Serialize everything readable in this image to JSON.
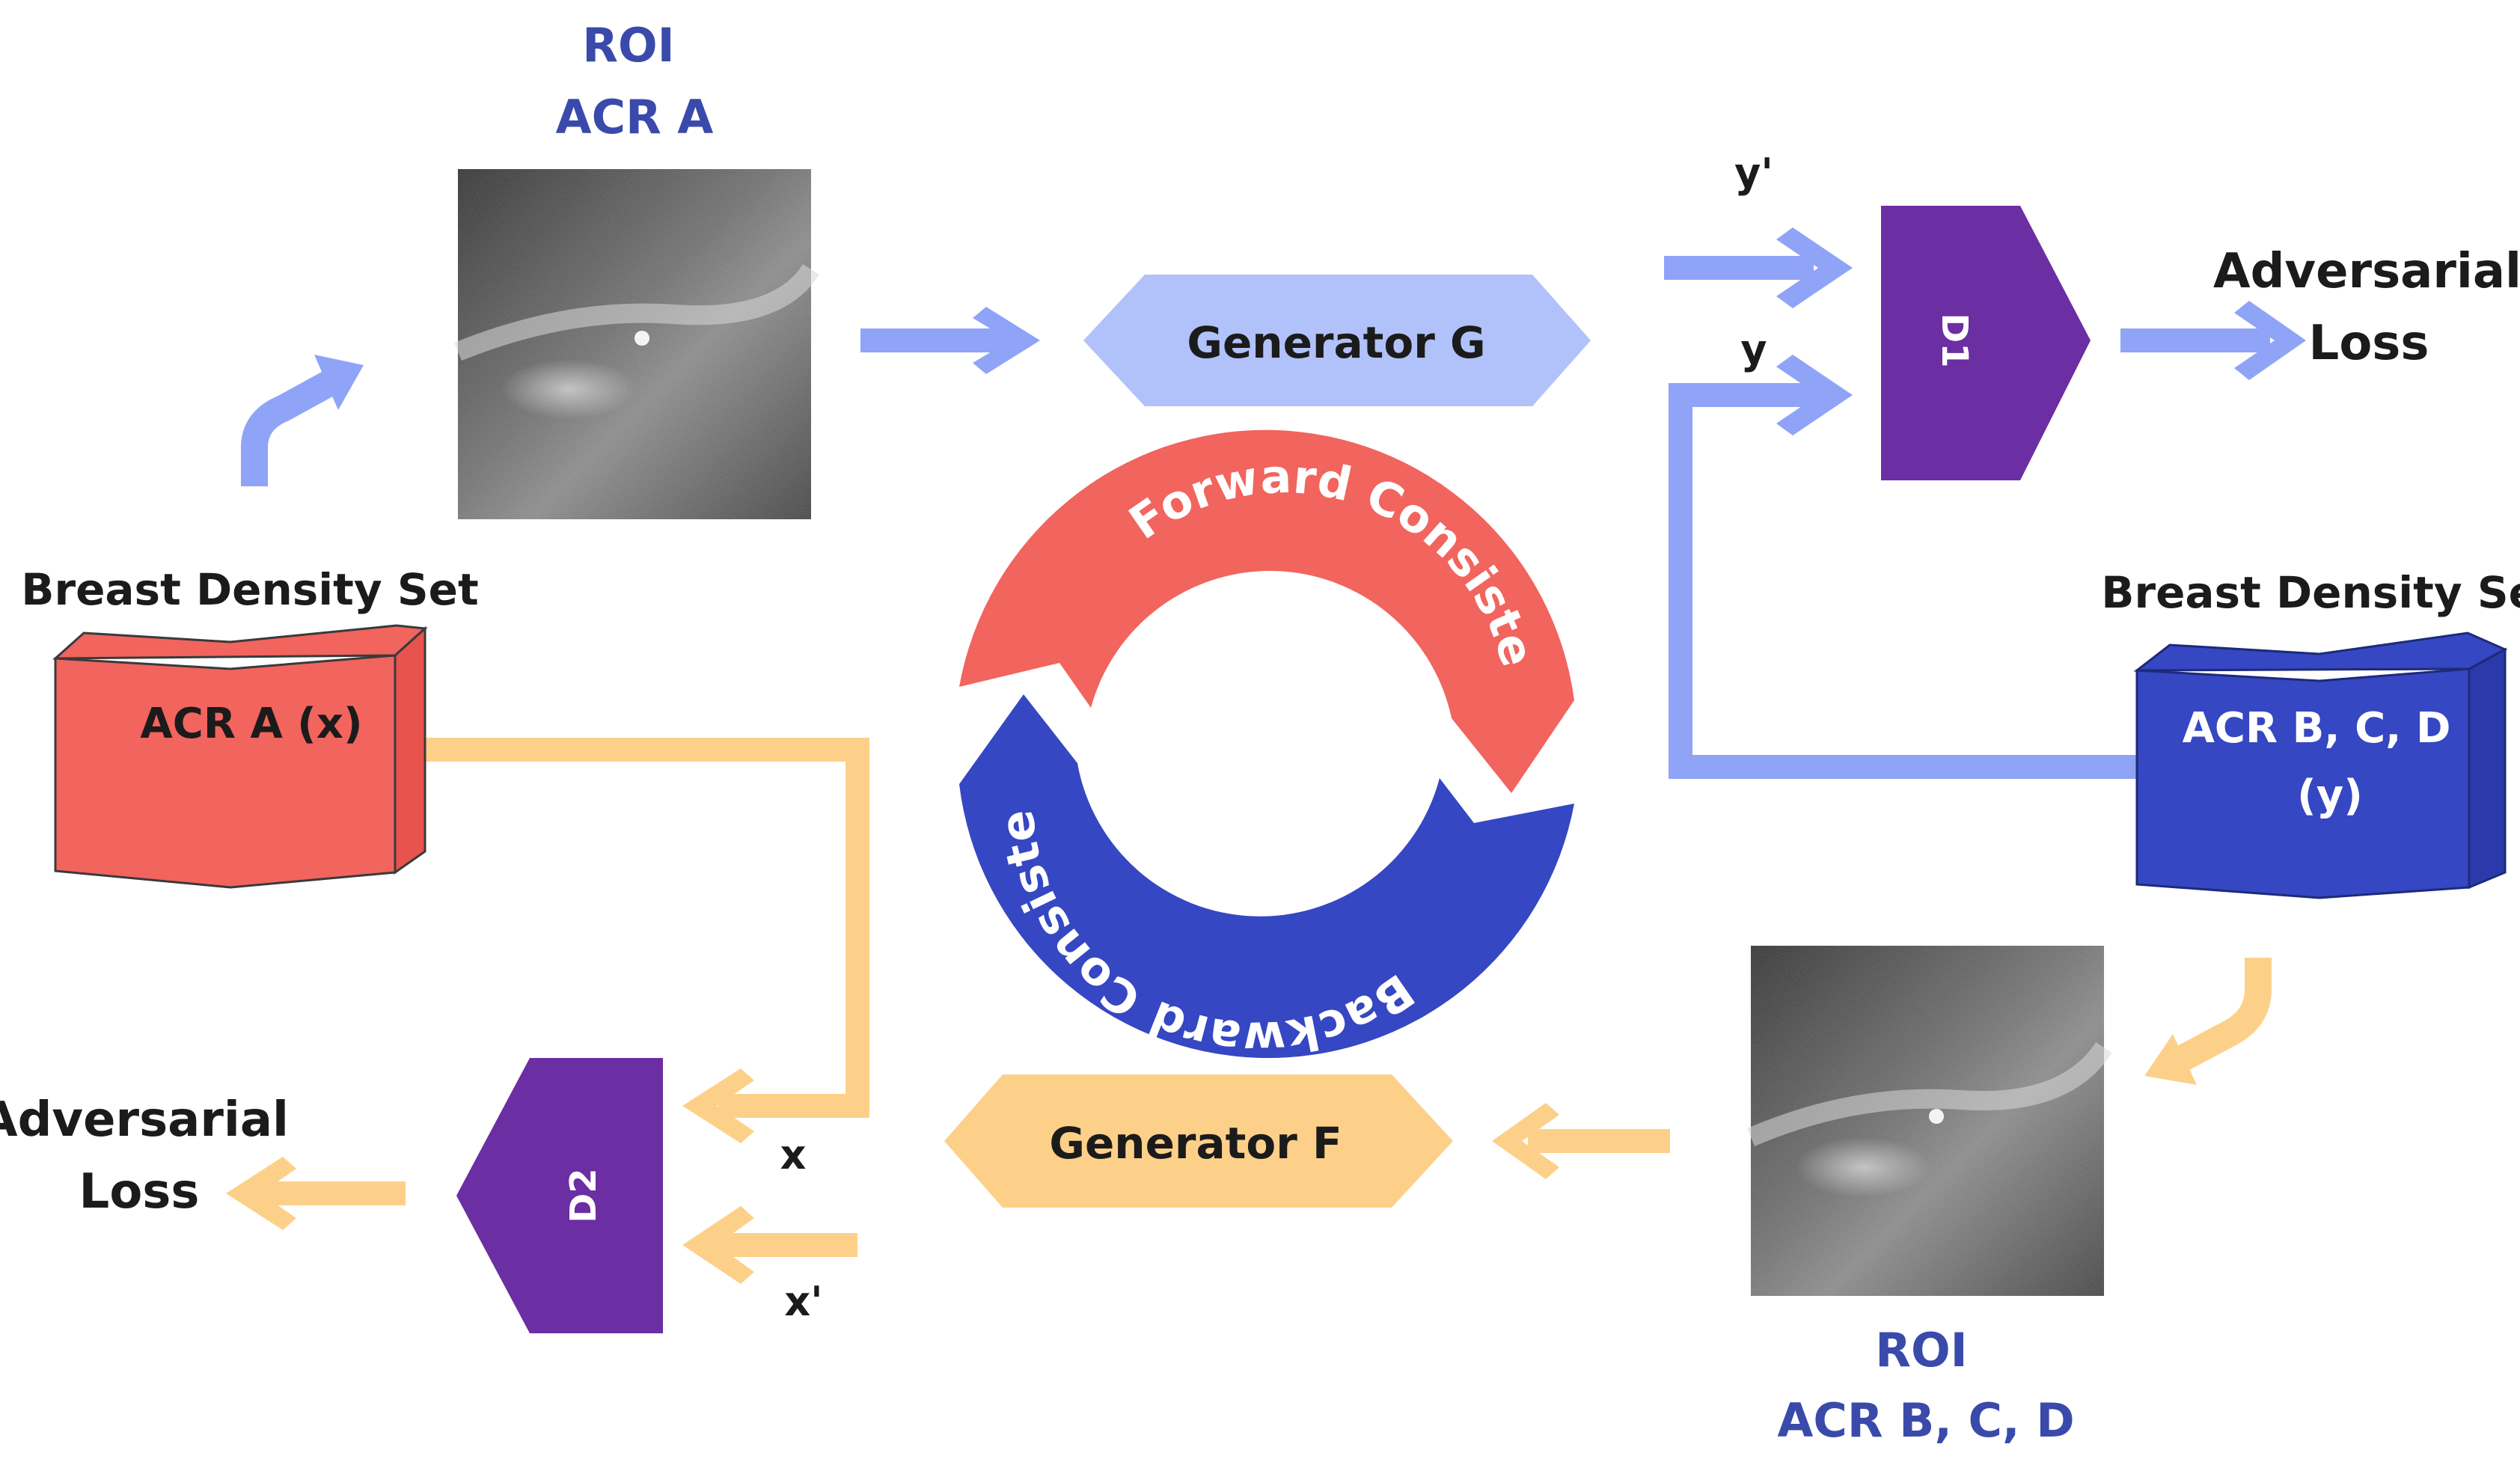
{
  "roi_top": {
    "line1": "ROI",
    "line2": "ACR A"
  },
  "roi_bottom": {
    "line1": "ROI",
    "line2": "ACR B, C, D"
  },
  "generator_g": "Generator G",
  "generator_f": "Generator F",
  "d1": "D1",
  "d2": "D2",
  "adv_right": {
    "line1": "Adversarial",
    "line2": "Loss"
  },
  "adv_left": {
    "line1": "Adversarial",
    "line2": "Loss"
  },
  "set_left": {
    "title": "Breast Density Set",
    "label": "ACR A (x)"
  },
  "set_right": {
    "title": "Breast Density Set",
    "line1": "ACR B, C, D",
    "line2": "(y)"
  },
  "cycle": {
    "forward": "Forward Consistency",
    "backward": "Backward Consistency"
  },
  "inputs": {
    "y_prime": "y'",
    "y": "y",
    "x": "x",
    "x_prime": "x'"
  },
  "colors": {
    "blue_light": "#8fa4f7",
    "blue_dark": "#3547c2",
    "red": "#f2645e",
    "orange": "#fdd08a",
    "purple": "#6b2ea3"
  }
}
